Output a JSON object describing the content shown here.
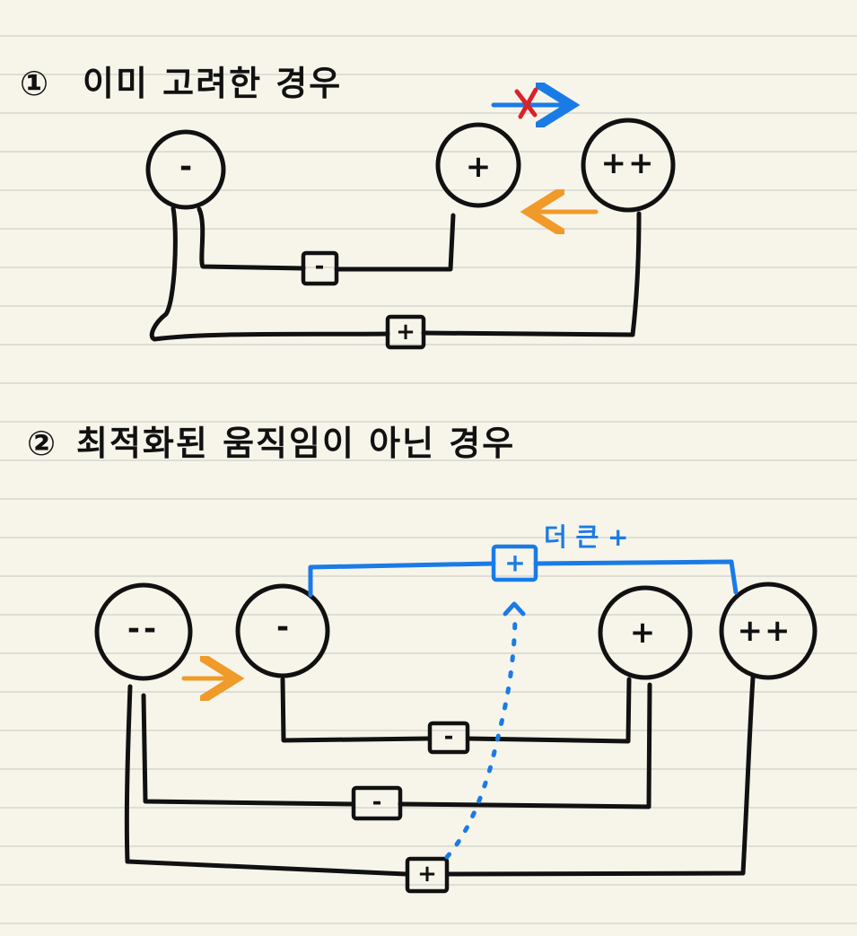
{
  "palette": {
    "paper": "#f7f5ea",
    "rule_line": "#d6d6d0",
    "ink": "#111111",
    "blue": "#1a7be6",
    "orange": "#f09a2a",
    "red": "#d8232a"
  },
  "section1": {
    "number": "①",
    "heading": "이미 고려한 경우",
    "nodes": {
      "minus": "-",
      "plus": "+",
      "plusplus": "++"
    },
    "boxes": {
      "upper": "-",
      "lower": "+"
    },
    "blocked_mark": "X"
  },
  "section2": {
    "number": "②",
    "heading": "최적화된 움직임이 아닌 경우",
    "nodes": {
      "minusminus": "--",
      "minus": "-",
      "plus": "+",
      "plusplus": "++"
    },
    "boxes": {
      "blue_top": "+",
      "inner": "-",
      "middle": "-",
      "outer": "+"
    },
    "blue_label": "더 큰 +"
  }
}
